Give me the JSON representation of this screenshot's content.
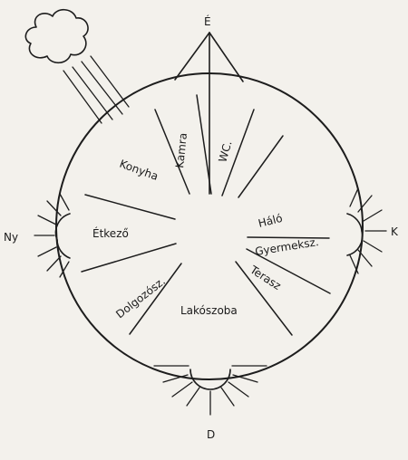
{
  "compass": {
    "north": "É",
    "east": "K",
    "south": "D",
    "west": "Ny"
  },
  "rooms": {
    "kamra": "Kamra",
    "wc": "WC.",
    "konyha": "Konyha",
    "halo": "Háló",
    "etkezo": "Étkező",
    "gyermeksz": "Gyermeksz.",
    "terasz": "Terasz",
    "dolgozosz": "Dolgozósz.",
    "lakoszoba": "Lakószoba"
  },
  "colors": {
    "ink": "#1d1d1d",
    "paper": "#f3f1ec"
  }
}
